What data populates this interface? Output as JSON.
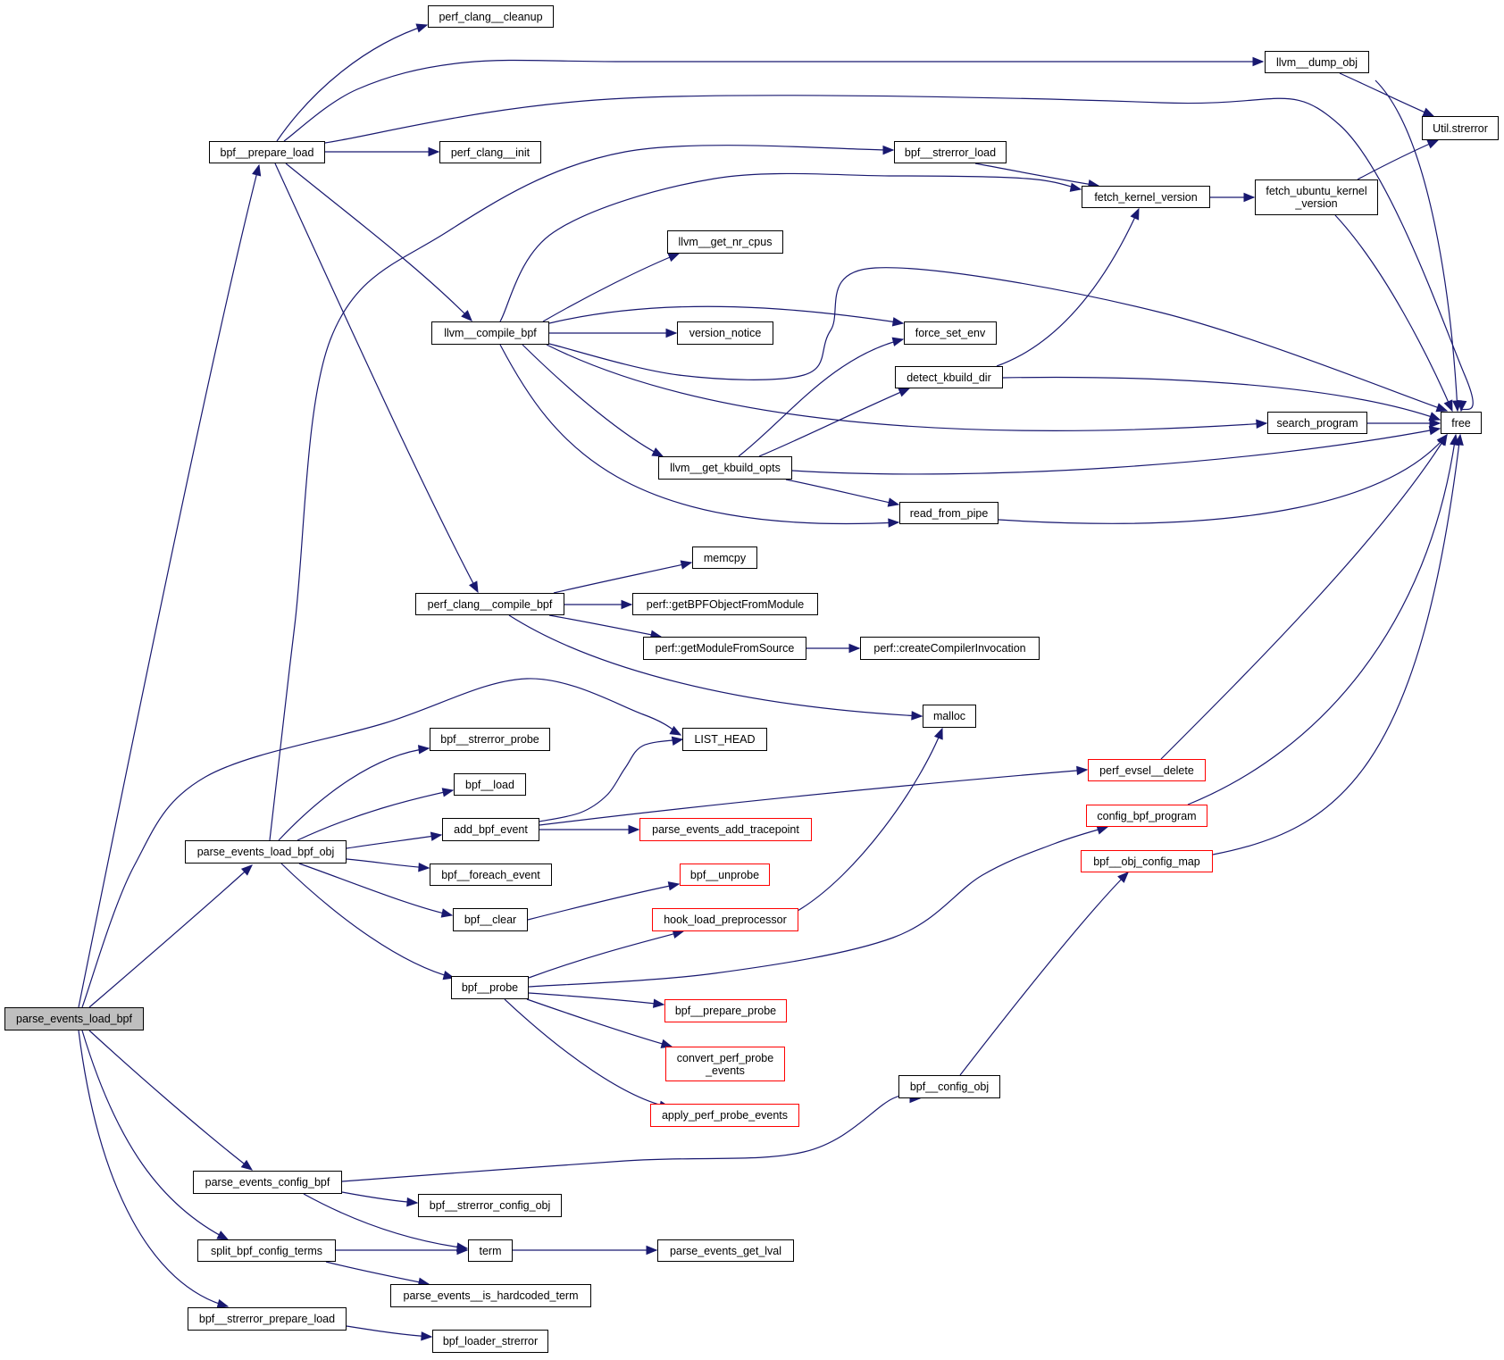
{
  "graph": {
    "title": "Call graph of parse_events_load_bpf",
    "colors": {
      "edge": "#191970",
      "node_border": "#000000",
      "external_border": "#ff0000",
      "root_fill": "#bfbfbf"
    },
    "nodes": [
      {
        "id": "parse_events_load_bpf",
        "label": "parse_events_load_bpf",
        "kind": "root"
      },
      {
        "id": "bpf__prepare_load",
        "label": "bpf__prepare_load",
        "kind": "normal"
      },
      {
        "id": "perf_clang__cleanup",
        "label": "perf_clang__cleanup",
        "kind": "normal"
      },
      {
        "id": "perf_clang__init",
        "label": "perf_clang__init",
        "kind": "normal"
      },
      {
        "id": "llvm__dump_obj",
        "label": "llvm__dump_obj",
        "kind": "normal"
      },
      {
        "id": "Util.strerror",
        "label": "Util.strerror",
        "kind": "normal"
      },
      {
        "id": "bpf__strerror_load",
        "label": "bpf__strerror_load",
        "kind": "normal"
      },
      {
        "id": "fetch_kernel_version",
        "label": "fetch_kernel_version",
        "kind": "normal"
      },
      {
        "id": "fetch_ubuntu_kernel_version",
        "label": "fetch_ubuntu_kernel\n_version",
        "kind": "normal"
      },
      {
        "id": "llvm__get_nr_cpus",
        "label": "llvm__get_nr_cpus",
        "kind": "normal"
      },
      {
        "id": "llvm__compile_bpf",
        "label": "llvm__compile_bpf",
        "kind": "normal"
      },
      {
        "id": "version_notice",
        "label": "version_notice",
        "kind": "normal"
      },
      {
        "id": "force_set_env",
        "label": "force_set_env",
        "kind": "normal"
      },
      {
        "id": "detect_kbuild_dir",
        "label": "detect_kbuild_dir",
        "kind": "normal"
      },
      {
        "id": "search_program",
        "label": "search_program",
        "kind": "normal"
      },
      {
        "id": "free",
        "label": "free",
        "kind": "normal"
      },
      {
        "id": "llvm__get_kbuild_opts",
        "label": "llvm__get_kbuild_opts",
        "kind": "normal"
      },
      {
        "id": "read_from_pipe",
        "label": "read_from_pipe",
        "kind": "normal"
      },
      {
        "id": "memcpy",
        "label": "memcpy",
        "kind": "normal"
      },
      {
        "id": "perf_clang__compile_bpf",
        "label": "perf_clang__compile_bpf",
        "kind": "normal"
      },
      {
        "id": "perf::getBPFObjectFromModule",
        "label": "perf::getBPFObjectFromModule",
        "kind": "normal"
      },
      {
        "id": "perf::getModuleFromSource",
        "label": "perf::getModuleFromSource",
        "kind": "normal"
      },
      {
        "id": "perf::createCompilerInvocation",
        "label": "perf::createCompilerInvocation",
        "kind": "normal"
      },
      {
        "id": "malloc",
        "label": "malloc",
        "kind": "normal"
      },
      {
        "id": "LIST_HEAD",
        "label": "LIST_HEAD",
        "kind": "normal"
      },
      {
        "id": "bpf__strerror_probe",
        "label": "bpf__strerror_probe",
        "kind": "normal"
      },
      {
        "id": "bpf__load",
        "label": "bpf__load",
        "kind": "normal"
      },
      {
        "id": "perf_evsel__delete",
        "label": "perf_evsel__delete",
        "kind": "external"
      },
      {
        "id": "add_bpf_event",
        "label": "add_bpf_event",
        "kind": "normal"
      },
      {
        "id": "parse_events_add_tracepoint",
        "label": "parse_events_add_tracepoint",
        "kind": "external"
      },
      {
        "id": "parse_events_load_bpf_obj",
        "label": "parse_events_load_bpf_obj",
        "kind": "normal"
      },
      {
        "id": "config_bpf_program",
        "label": "config_bpf_program",
        "kind": "external"
      },
      {
        "id": "bpf__foreach_event",
        "label": "bpf__foreach_event",
        "kind": "normal"
      },
      {
        "id": "bpf__unprobe",
        "label": "bpf__unprobe",
        "kind": "external"
      },
      {
        "id": "bpf__obj_config_map",
        "label": "bpf__obj_config_map",
        "kind": "external"
      },
      {
        "id": "bpf__clear",
        "label": "bpf__clear",
        "kind": "normal"
      },
      {
        "id": "hook_load_preprocessor",
        "label": "hook_load_preprocessor",
        "kind": "external"
      },
      {
        "id": "bpf__probe",
        "label": "bpf__probe",
        "kind": "normal"
      },
      {
        "id": "bpf__prepare_probe",
        "label": "bpf__prepare_probe",
        "kind": "external"
      },
      {
        "id": "convert_perf_probe_events",
        "label": "convert_perf_probe\n_events",
        "kind": "external"
      },
      {
        "id": "apply_perf_probe_events",
        "label": "apply_perf_probe_events",
        "kind": "external"
      },
      {
        "id": "bpf__config_obj",
        "label": "bpf__config_obj",
        "kind": "normal"
      },
      {
        "id": "parse_events_config_bpf",
        "label": "parse_events_config_bpf",
        "kind": "normal"
      },
      {
        "id": "bpf__strerror_config_obj",
        "label": "bpf__strerror_config_obj",
        "kind": "normal"
      },
      {
        "id": "split_bpf_config_terms",
        "label": "split_bpf_config_terms",
        "kind": "normal"
      },
      {
        "id": "term",
        "label": "term",
        "kind": "normal"
      },
      {
        "id": "parse_events_get_lval",
        "label": "parse_events_get_lval",
        "kind": "normal"
      },
      {
        "id": "parse_events__is_hardcoded_term",
        "label": "parse_events__is_hardcoded_term",
        "kind": "normal"
      },
      {
        "id": "bpf__strerror_prepare_load",
        "label": "bpf__strerror_prepare_load",
        "kind": "normal"
      },
      {
        "id": "bpf_loader_strerror",
        "label": "bpf_loader_strerror",
        "kind": "normal"
      }
    ],
    "edges": [
      [
        "parse_events_load_bpf",
        "bpf__prepare_load"
      ],
      [
        "parse_events_load_bpf",
        "LIST_HEAD"
      ],
      [
        "parse_events_load_bpf",
        "parse_events_load_bpf_obj"
      ],
      [
        "parse_events_load_bpf",
        "parse_events_config_bpf"
      ],
      [
        "parse_events_load_bpf",
        "split_bpf_config_terms"
      ],
      [
        "parse_events_load_bpf",
        "bpf__strerror_prepare_load"
      ],
      [
        "bpf__prepare_load",
        "perf_clang__cleanup"
      ],
      [
        "bpf__prepare_load",
        "llvm__dump_obj"
      ],
      [
        "bpf__prepare_load",
        "free"
      ],
      [
        "bpf__prepare_load",
        "perf_clang__init"
      ],
      [
        "bpf__prepare_load",
        "llvm__compile_bpf"
      ],
      [
        "bpf__prepare_load",
        "perf_clang__compile_bpf"
      ],
      [
        "llvm__dump_obj",
        "Util.strerror"
      ],
      [
        "llvm__dump_obj",
        "free"
      ],
      [
        "bpf__strerror_load",
        "fetch_kernel_version"
      ],
      [
        "fetch_kernel_version",
        "fetch_ubuntu_kernel_version"
      ],
      [
        "fetch_ubuntu_kernel_version",
        "Util.strerror"
      ],
      [
        "fetch_ubuntu_kernel_version",
        "free"
      ],
      [
        "llvm__compile_bpf",
        "fetch_kernel_version"
      ],
      [
        "llvm__compile_bpf",
        "llvm__get_nr_cpus"
      ],
      [
        "llvm__compile_bpf",
        "force_set_env"
      ],
      [
        "llvm__compile_bpf",
        "version_notice"
      ],
      [
        "llvm__compile_bpf",
        "free"
      ],
      [
        "llvm__compile_bpf",
        "search_program"
      ],
      [
        "llvm__compile_bpf",
        "llvm__get_kbuild_opts"
      ],
      [
        "llvm__compile_bpf",
        "read_from_pipe"
      ],
      [
        "detect_kbuild_dir",
        "fetch_kernel_version"
      ],
      [
        "detect_kbuild_dir",
        "free"
      ],
      [
        "llvm__get_kbuild_opts",
        "force_set_env"
      ],
      [
        "llvm__get_kbuild_opts",
        "detect_kbuild_dir"
      ],
      [
        "llvm__get_kbuild_opts",
        "free"
      ],
      [
        "llvm__get_kbuild_opts",
        "read_from_pipe"
      ],
      [
        "search_program",
        "free"
      ],
      [
        "read_from_pipe",
        "free"
      ],
      [
        "perf_clang__compile_bpf",
        "memcpy"
      ],
      [
        "perf_clang__compile_bpf",
        "perf::getBPFObjectFromModule"
      ],
      [
        "perf_clang__compile_bpf",
        "perf::getModuleFromSource"
      ],
      [
        "perf_clang__compile_bpf",
        "malloc"
      ],
      [
        "perf::getModuleFromSource",
        "perf::createCompilerInvocation"
      ],
      [
        "parse_events_load_bpf_obj",
        "bpf__strerror_load"
      ],
      [
        "parse_events_load_bpf_obj",
        "bpf__strerror_probe"
      ],
      [
        "parse_events_load_bpf_obj",
        "bpf__load"
      ],
      [
        "parse_events_load_bpf_obj",
        "add_bpf_event"
      ],
      [
        "parse_events_load_bpf_obj",
        "bpf__foreach_event"
      ],
      [
        "parse_events_load_bpf_obj",
        "bpf__clear"
      ],
      [
        "parse_events_load_bpf_obj",
        "bpf__probe"
      ],
      [
        "add_bpf_event",
        "LIST_HEAD"
      ],
      [
        "add_bpf_event",
        "perf_evsel__delete"
      ],
      [
        "add_bpf_event",
        "parse_events_add_tracepoint"
      ],
      [
        "perf_evsel__delete",
        "free"
      ],
      [
        "config_bpf_program",
        "free"
      ],
      [
        "bpf__obj_config_map",
        "free"
      ],
      [
        "bpf__clear",
        "bpf__unprobe"
      ],
      [
        "hook_load_preprocessor",
        "malloc"
      ],
      [
        "bpf__probe",
        "hook_load_preprocessor"
      ],
      [
        "bpf__probe",
        "config_bpf_program"
      ],
      [
        "bpf__probe",
        "bpf__prepare_probe"
      ],
      [
        "bpf__probe",
        "convert_perf_probe_events"
      ],
      [
        "bpf__probe",
        "apply_perf_probe_events"
      ],
      [
        "bpf__config_obj",
        "bpf__obj_config_map"
      ],
      [
        "parse_events_config_bpf",
        "bpf__config_obj"
      ],
      [
        "parse_events_config_bpf",
        "bpf__strerror_config_obj"
      ],
      [
        "parse_events_config_bpf",
        "term"
      ],
      [
        "split_bpf_config_terms",
        "term"
      ],
      [
        "split_bpf_config_terms",
        "parse_events__is_hardcoded_term"
      ],
      [
        "term",
        "parse_events_get_lval"
      ],
      [
        "bpf__strerror_prepare_load",
        "bpf_loader_strerror"
      ]
    ]
  }
}
